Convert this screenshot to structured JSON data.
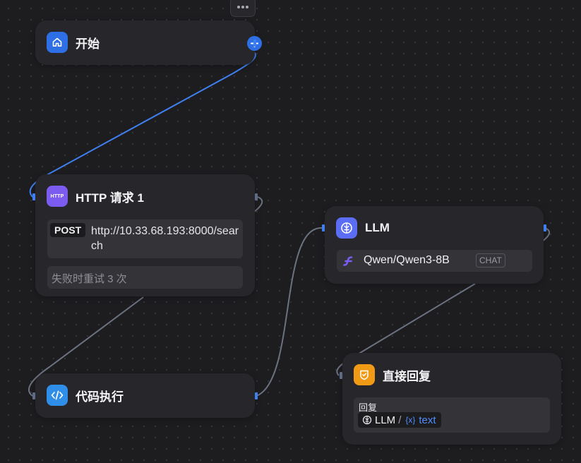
{
  "colors": {
    "accent_blue": "#2f6fe6",
    "http_purple": "#7c5bf0",
    "code_blue": "#2f8fe8",
    "llm_indigo": "#5b6cf5",
    "reply_orange": "#f09a16",
    "edge_gray": "#6b7280"
  },
  "toolbar": {
    "more_icon": "more-dots-icon"
  },
  "nodes": {
    "start": {
      "title": "开始",
      "icon": "home-icon"
    },
    "http": {
      "title": "HTTP 请求 1",
      "icon_text": "HTTP",
      "method": "POST",
      "url": "http://10.33.68.193:8000/search",
      "retry": "失败时重试 3 次"
    },
    "code": {
      "title": "代码执行",
      "icon": "code-icon"
    },
    "llm": {
      "title": "LLM",
      "icon": "brain-icon",
      "model": "Qwen/Qwen3-8B",
      "model_type": "CHAT",
      "provider_icon": "provider-logo-icon"
    },
    "reply": {
      "title": "直接回复",
      "icon": "reply-shield-icon",
      "label": "回复",
      "var_source": "LLM",
      "var_separator": "/",
      "var_symbol": "{x}",
      "var_name": "text"
    }
  }
}
